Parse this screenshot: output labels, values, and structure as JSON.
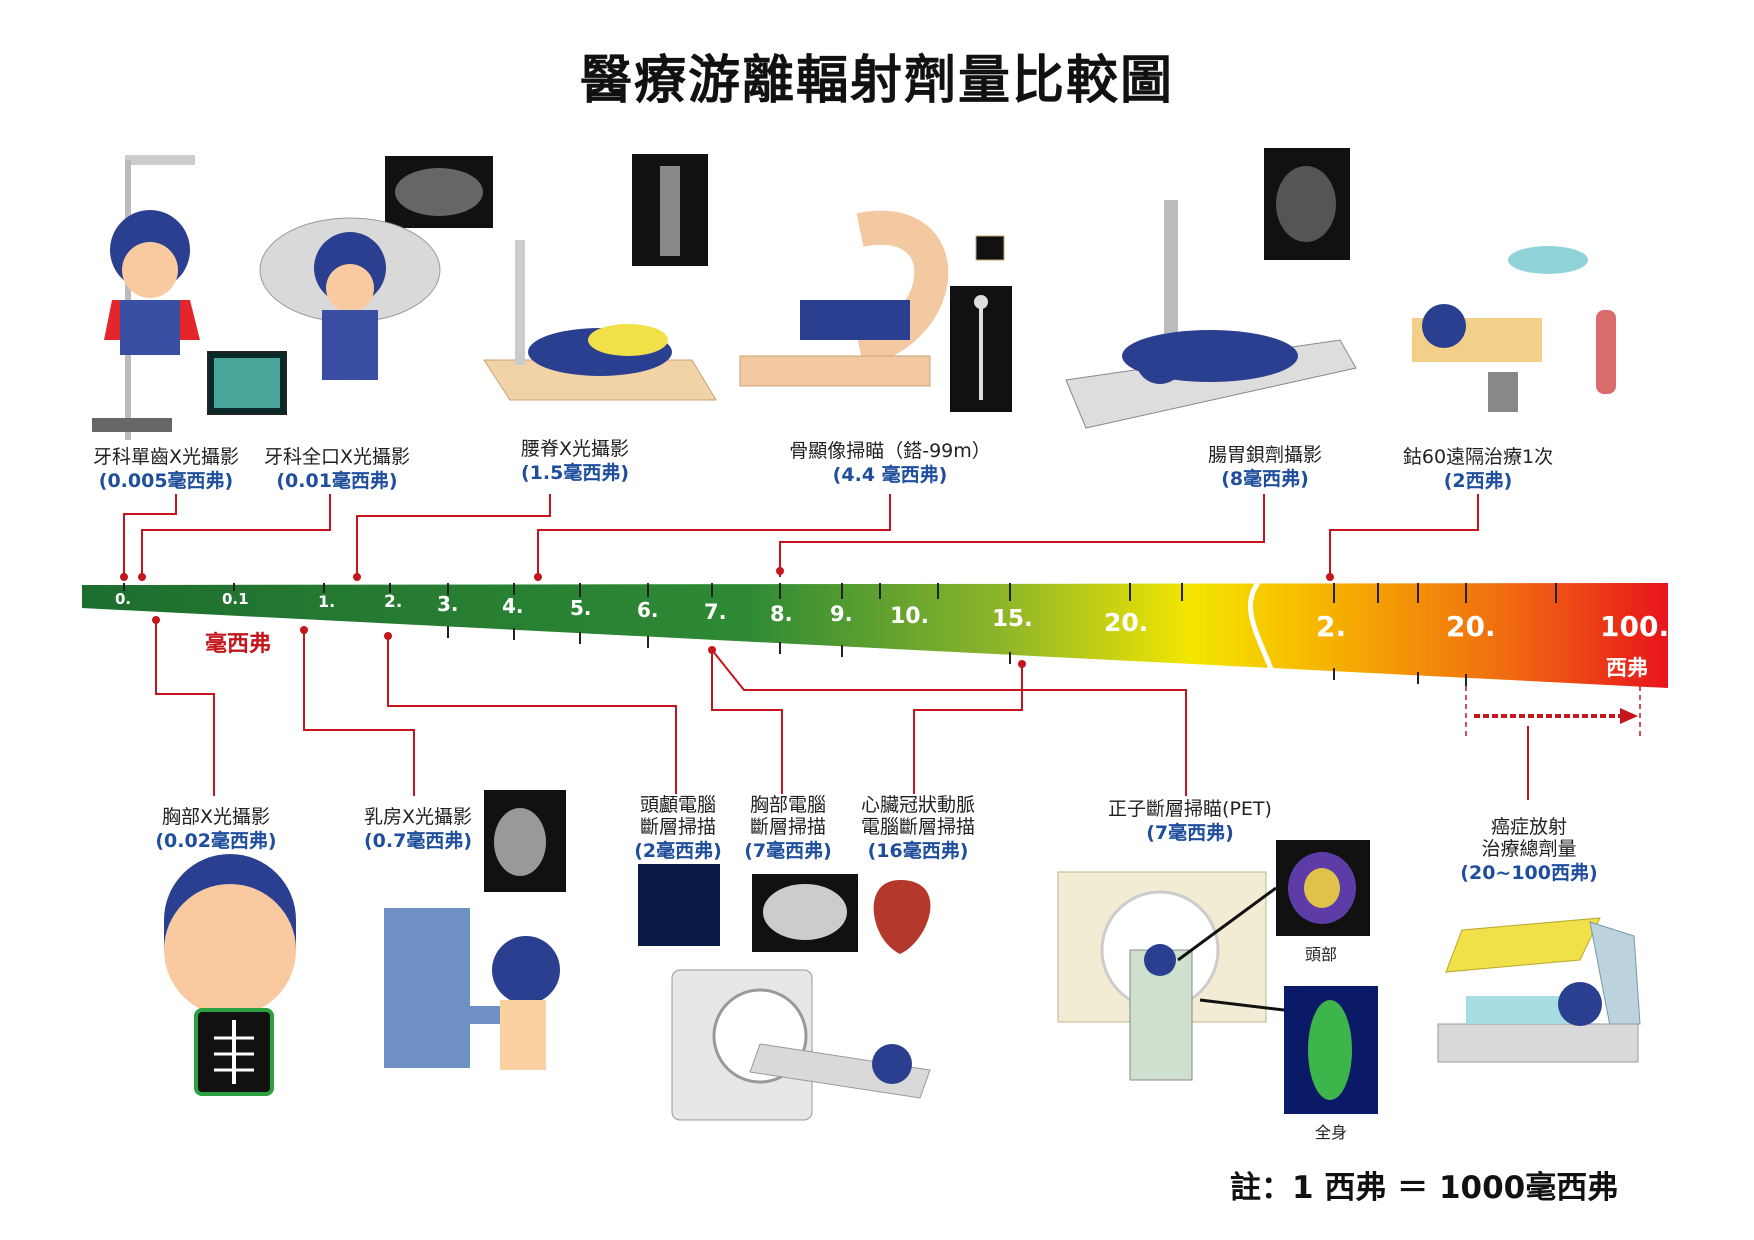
{
  "title": "醫療游離輻射劑量比較圖",
  "top_items": [
    {
      "name": "牙科單齒X光攝影",
      "value": "(0.005毫西弗)"
    },
    {
      "name": "牙科全口X光攝影",
      "value": "(0.01毫西弗)"
    },
    {
      "name": "腰脊X光攝影",
      "value": "(1.5毫西弗)"
    },
    {
      "name": "骨顯像掃瞄（鎝-99m）",
      "value": "(4.4 毫西弗)"
    },
    {
      "name": "腸胃鋇劑攝影",
      "value": "(8毫西弗)"
    },
    {
      "name": "鈷60遠隔治療1次",
      "value": "(2西弗)"
    }
  ],
  "bottom_items": [
    {
      "name": "胸部X光攝影",
      "value": "(0.02毫西弗)"
    },
    {
      "name": "乳房X光攝影",
      "value": "(0.7毫西弗)"
    },
    {
      "name": "頭顱電腦斷層掃描",
      "name_l1": "頭顱電腦",
      "name_l2": "斷層掃描",
      "value": "(2毫西弗)"
    },
    {
      "name": "胸部電腦斷層掃描",
      "name_l1": "胸部電腦",
      "name_l2": "斷層掃描",
      "value": "(7毫西弗)"
    },
    {
      "name": "心臟冠狀動脈電腦斷層掃描",
      "name_l1": "心臟冠狀動脈",
      "name_l2": "電腦斷層掃描",
      "value": "(16毫西弗)"
    },
    {
      "name": "正子斷層掃瞄(PET)",
      "value": "(7毫西弗)"
    },
    {
      "name": "癌症放射治療總劑量",
      "name_l1": "癌症放射",
      "name_l2": "治療總劑量",
      "value": "(20~100西弗)"
    }
  ],
  "scale": {
    "mSv_ticks": [
      "0.",
      "0.1",
      "1.",
      "2.",
      "3.",
      "4.",
      "5.",
      "6.",
      "7.",
      "8.",
      "9.",
      "10.",
      "15.",
      "20."
    ],
    "Sv_ticks": [
      "2.",
      "20.",
      "100."
    ],
    "unit_mSv": "毫西弗",
    "unit_Sv": "西弗"
  },
  "pet_images": {
    "head": "頭部",
    "body": "全身"
  },
  "note": "註：1 西弗 ＝ 1000毫西弗",
  "colors": {
    "accent_line": "#c4161c",
    "value_text": "#1f4e9c",
    "bar_start": "#1e6e2e",
    "bar_mid": "#f4e600",
    "bar_end": "#e8141c"
  }
}
